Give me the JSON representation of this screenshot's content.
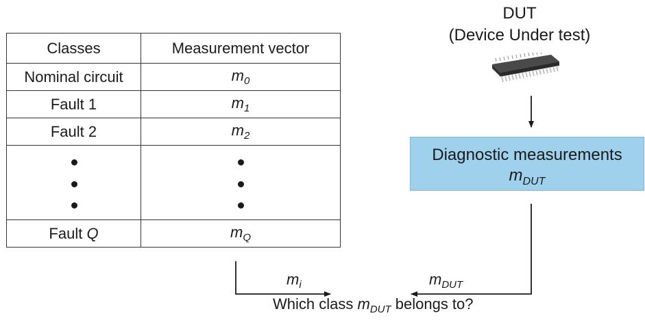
{
  "table": {
    "headers": [
      "Classes",
      "Measurement vector"
    ],
    "rows": [
      {
        "class": "Nominal circuit",
        "vector_base": "m",
        "vector_sub": "0"
      },
      {
        "class": "Fault 1",
        "vector_base": "m",
        "vector_sub": "1"
      },
      {
        "class": "Fault 2",
        "vector_base": "m",
        "vector_sub": "2"
      }
    ],
    "last_row": {
      "class_prefix": "Fault ",
      "class_var": "Q",
      "vector_base": "m",
      "vector_sub": "Q"
    }
  },
  "dut": {
    "title_line1": "DUT",
    "title_line2": "(Device Under test)"
  },
  "diagnostic_box": {
    "line1": "Diagnostic measurements",
    "base": "m",
    "sub": "DUT",
    "fill_color": "#9fd0ec"
  },
  "arrows": {
    "left_label_base": "m",
    "left_label_sub": "i",
    "right_label_base": "m",
    "right_label_sub": "DUT"
  },
  "question": {
    "prefix": "Which class ",
    "base": "m",
    "sub": "DUT",
    "suffix": " belongs to?"
  }
}
